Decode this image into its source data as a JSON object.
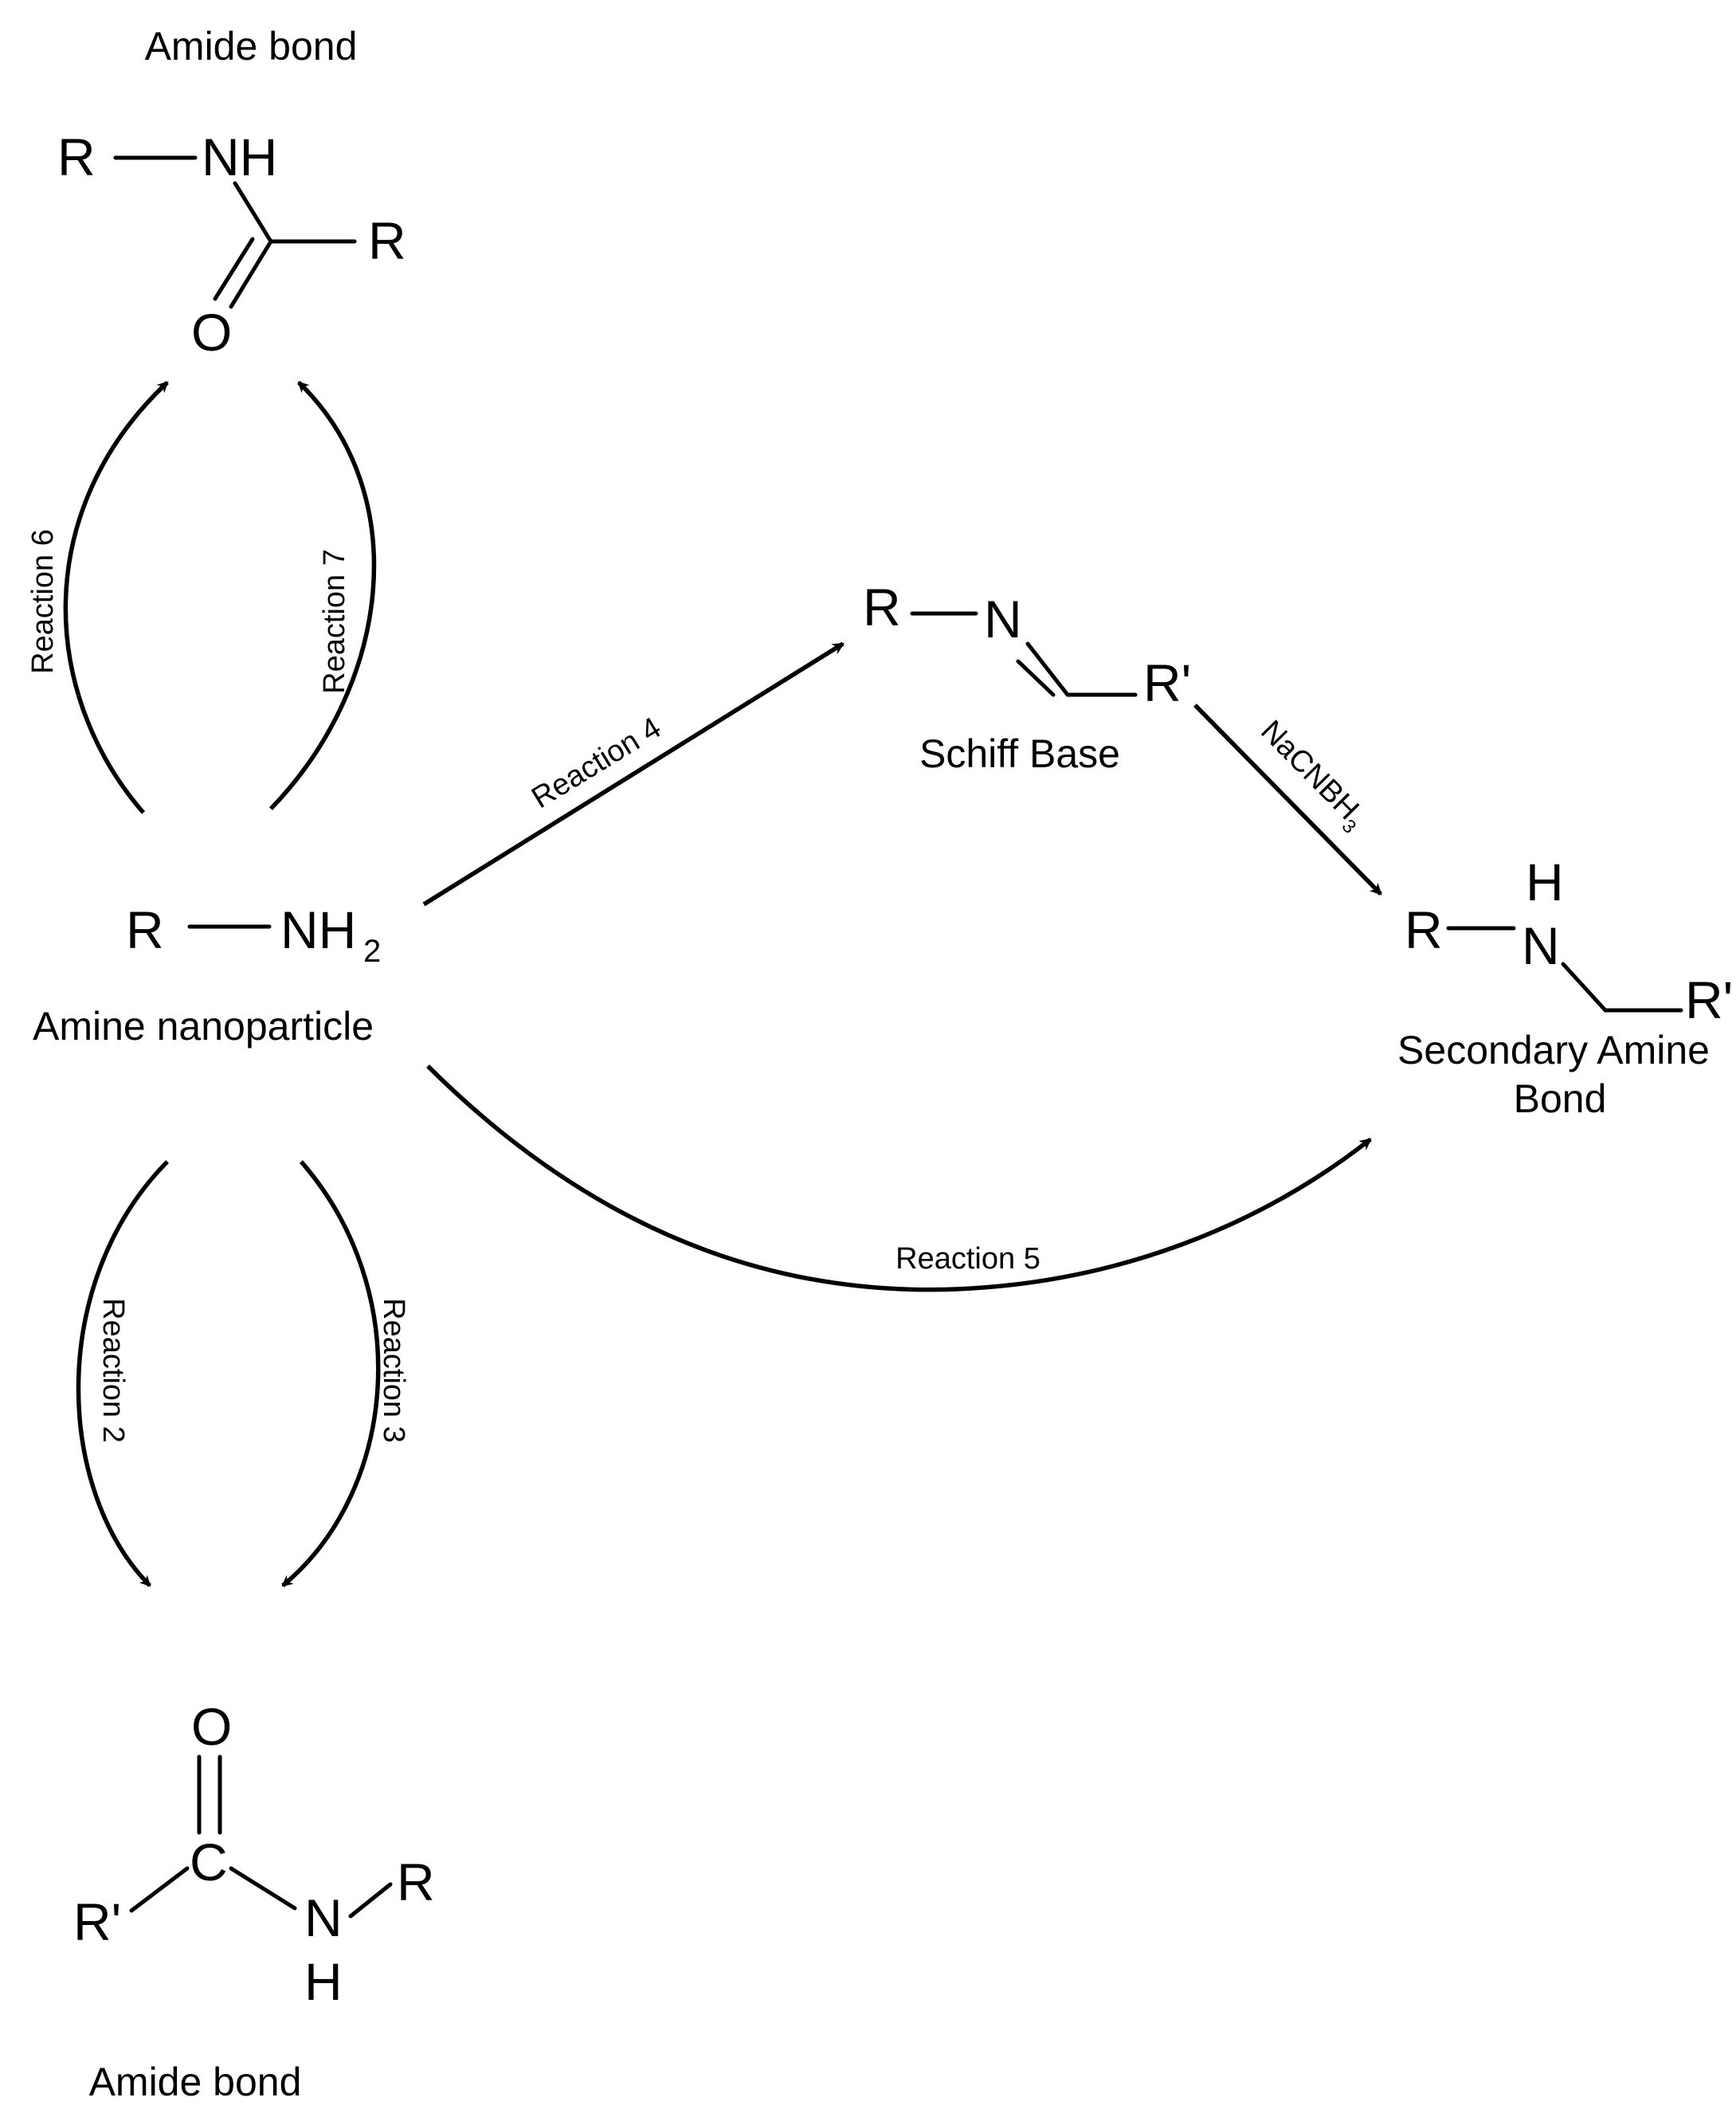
{
  "labels": {
    "amide_top": "Amide bond",
    "amide_bottom": "Amide bond",
    "amine": "Amine nanoparticle",
    "schiff": "Schiff Base",
    "secondary_line1": "Secondary Amine",
    "secondary_line2": "Bond"
  },
  "reactions": {
    "r2": "Reaction 2",
    "r3": "Reaction 3",
    "r4": "Reaction 4",
    "r5": "Reaction 5",
    "r6": "Reaction 6",
    "r7": "Reaction 7",
    "reagent": "NaCNBH",
    "reagent_sub": "3"
  },
  "atoms": {
    "R": "R",
    "Rp": "R'",
    "NH": "NH",
    "N": "N",
    "H": "H",
    "O": "O",
    "C": "C",
    "two": "2"
  }
}
